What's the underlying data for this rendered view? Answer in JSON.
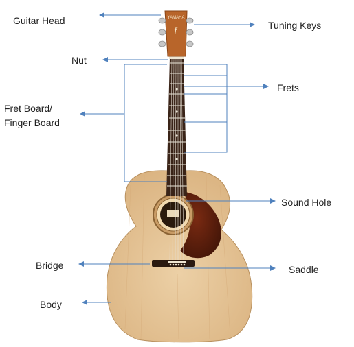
{
  "labels": {
    "guitar_head": "Guitar Head",
    "tuning_keys": "Tuning Keys",
    "nut": "Nut",
    "frets": "Frets",
    "fret_board_line1": "Fret Board/",
    "fret_board_line2": "Finger Board",
    "sound_hole": "Sound Hole",
    "bridge": "Bridge",
    "saddle": "Saddle",
    "body": "Body"
  },
  "headstock_brand": "YAMAHA",
  "colors": {
    "arrow": "#4f81bd",
    "wood_top": "#e3c293",
    "headstock": "#b8652a",
    "fretboard": "#3a2418",
    "pickguard": "#5a1f0e",
    "text": "#222222"
  }
}
